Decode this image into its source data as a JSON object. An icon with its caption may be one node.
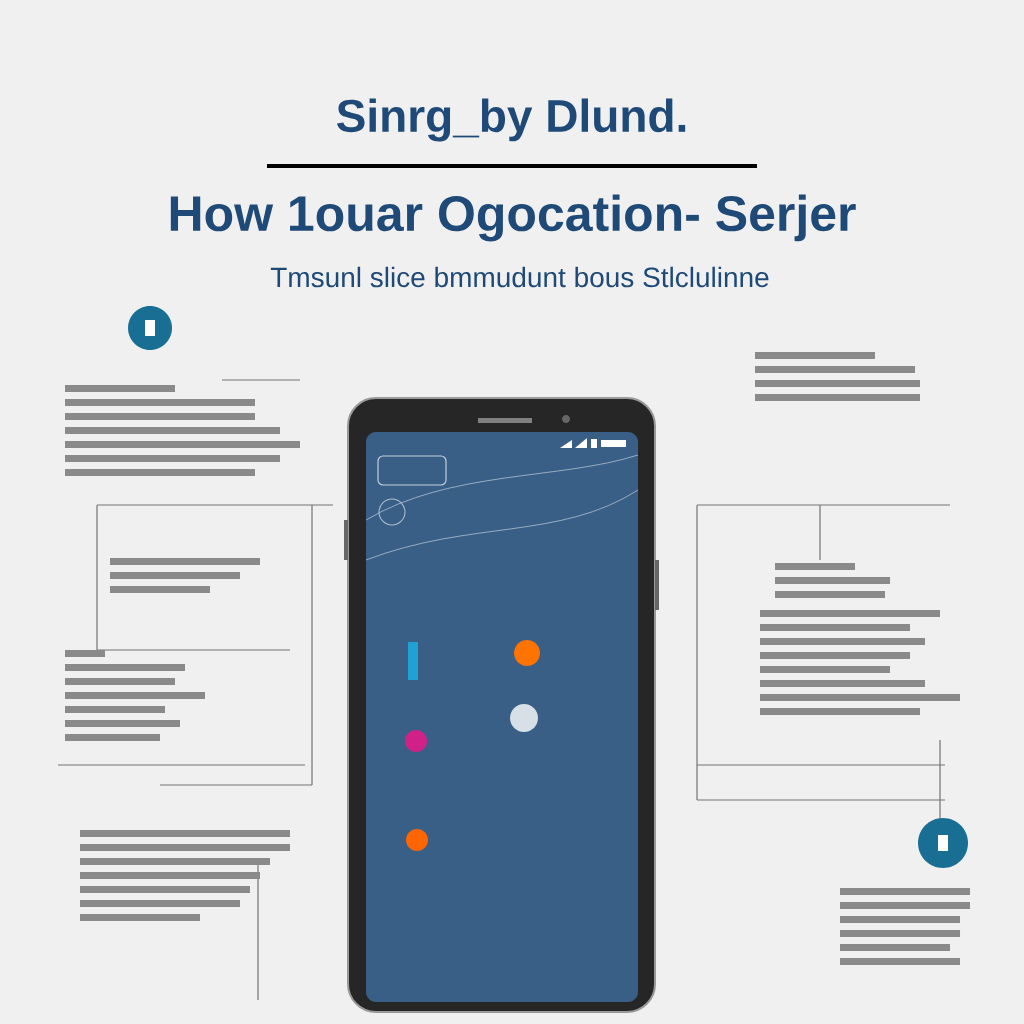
{
  "diagram": {
    "title": "Sinrg_by Dlund.",
    "labels": [
      "How 1ouar Ogocation- Serjer",
      "Tmsunl slice bmmudunt bous Stlclulinne"
    ]
  }
}
